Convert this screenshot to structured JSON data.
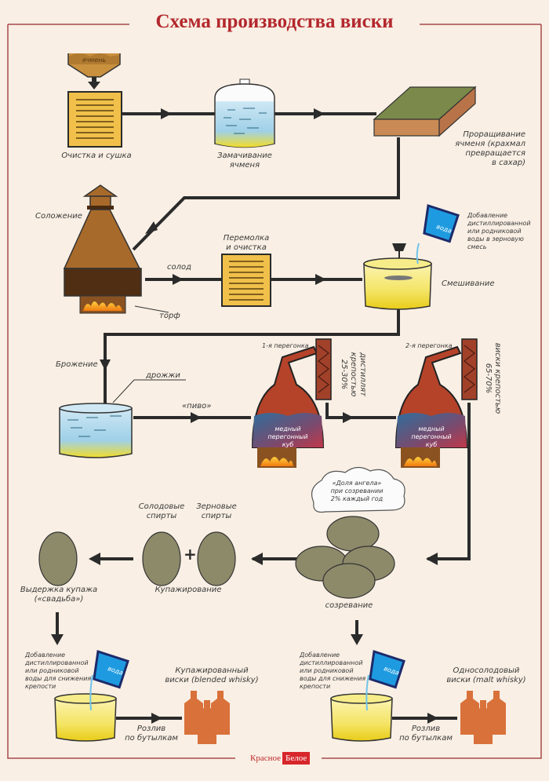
{
  "title": "Схема производства виски",
  "logo": {
    "part1": "Красное",
    "amp": "&",
    "part2": "Белое"
  },
  "colors": {
    "title": "#b3282e",
    "background": "#f9efe4",
    "frame": "#a8484c",
    "flow_line": "#2b2b2b",
    "grain_box": "#f0c04a",
    "malting_kiln": "#a86a2a",
    "copper_still": "#b5432a",
    "barrel": "#8d8a6a",
    "bottle": "#d9713a",
    "water": "#1e9be0"
  },
  "steps": {
    "barley_label": "ячмень",
    "cleaning_drying": "Очистка и сушка",
    "steeping": "Замачивание\nячменя",
    "germination": "Проращивание\nячменя (крахмал\nпревращается\nв сахар)",
    "malting": "Соложение",
    "malt": "солод",
    "peat": "торф",
    "milling": "Перемолка\nи очистка",
    "water_add_mash": "Добавление\nдистиллированной\nили родниковой\nводы в зерновую\nсмесь",
    "water_icon_label": "вода",
    "mashing": "Смешивание",
    "fermentation": "Брожение",
    "yeast": "дрожжи",
    "beer": "«пиво»",
    "first_distillation": "1-я перегонка",
    "second_distillation": "2-я перегонка",
    "still_label": "медный\nперегонный\nкуб",
    "distillate_strength": "дистиллят\nкрепостью\n25-30%",
    "whisky_strength": "виски крепостью\n65-70%",
    "angels_share": "«Доля ангела»\nпри созревании\n2% каждый год",
    "maturation": "созревание",
    "malt_spirits": "Солодовые\nспирты",
    "grain_spirits": "Зерновые\nспирты",
    "plus": "+",
    "blending": "Купажирование",
    "marrying": "Выдержка купажа\n(«свадьба»)",
    "water_add_dilute": "Добавление\nдистиллированной\nили родниковой\nводы для снижения\nкрепости",
    "bottling": "Розлив\nпо бутылкам",
    "blended_whisky": "Купажированный\nвиски (blended whisky)",
    "malt_whisky": "Односолодовый\nвиски (malt whisky)"
  }
}
